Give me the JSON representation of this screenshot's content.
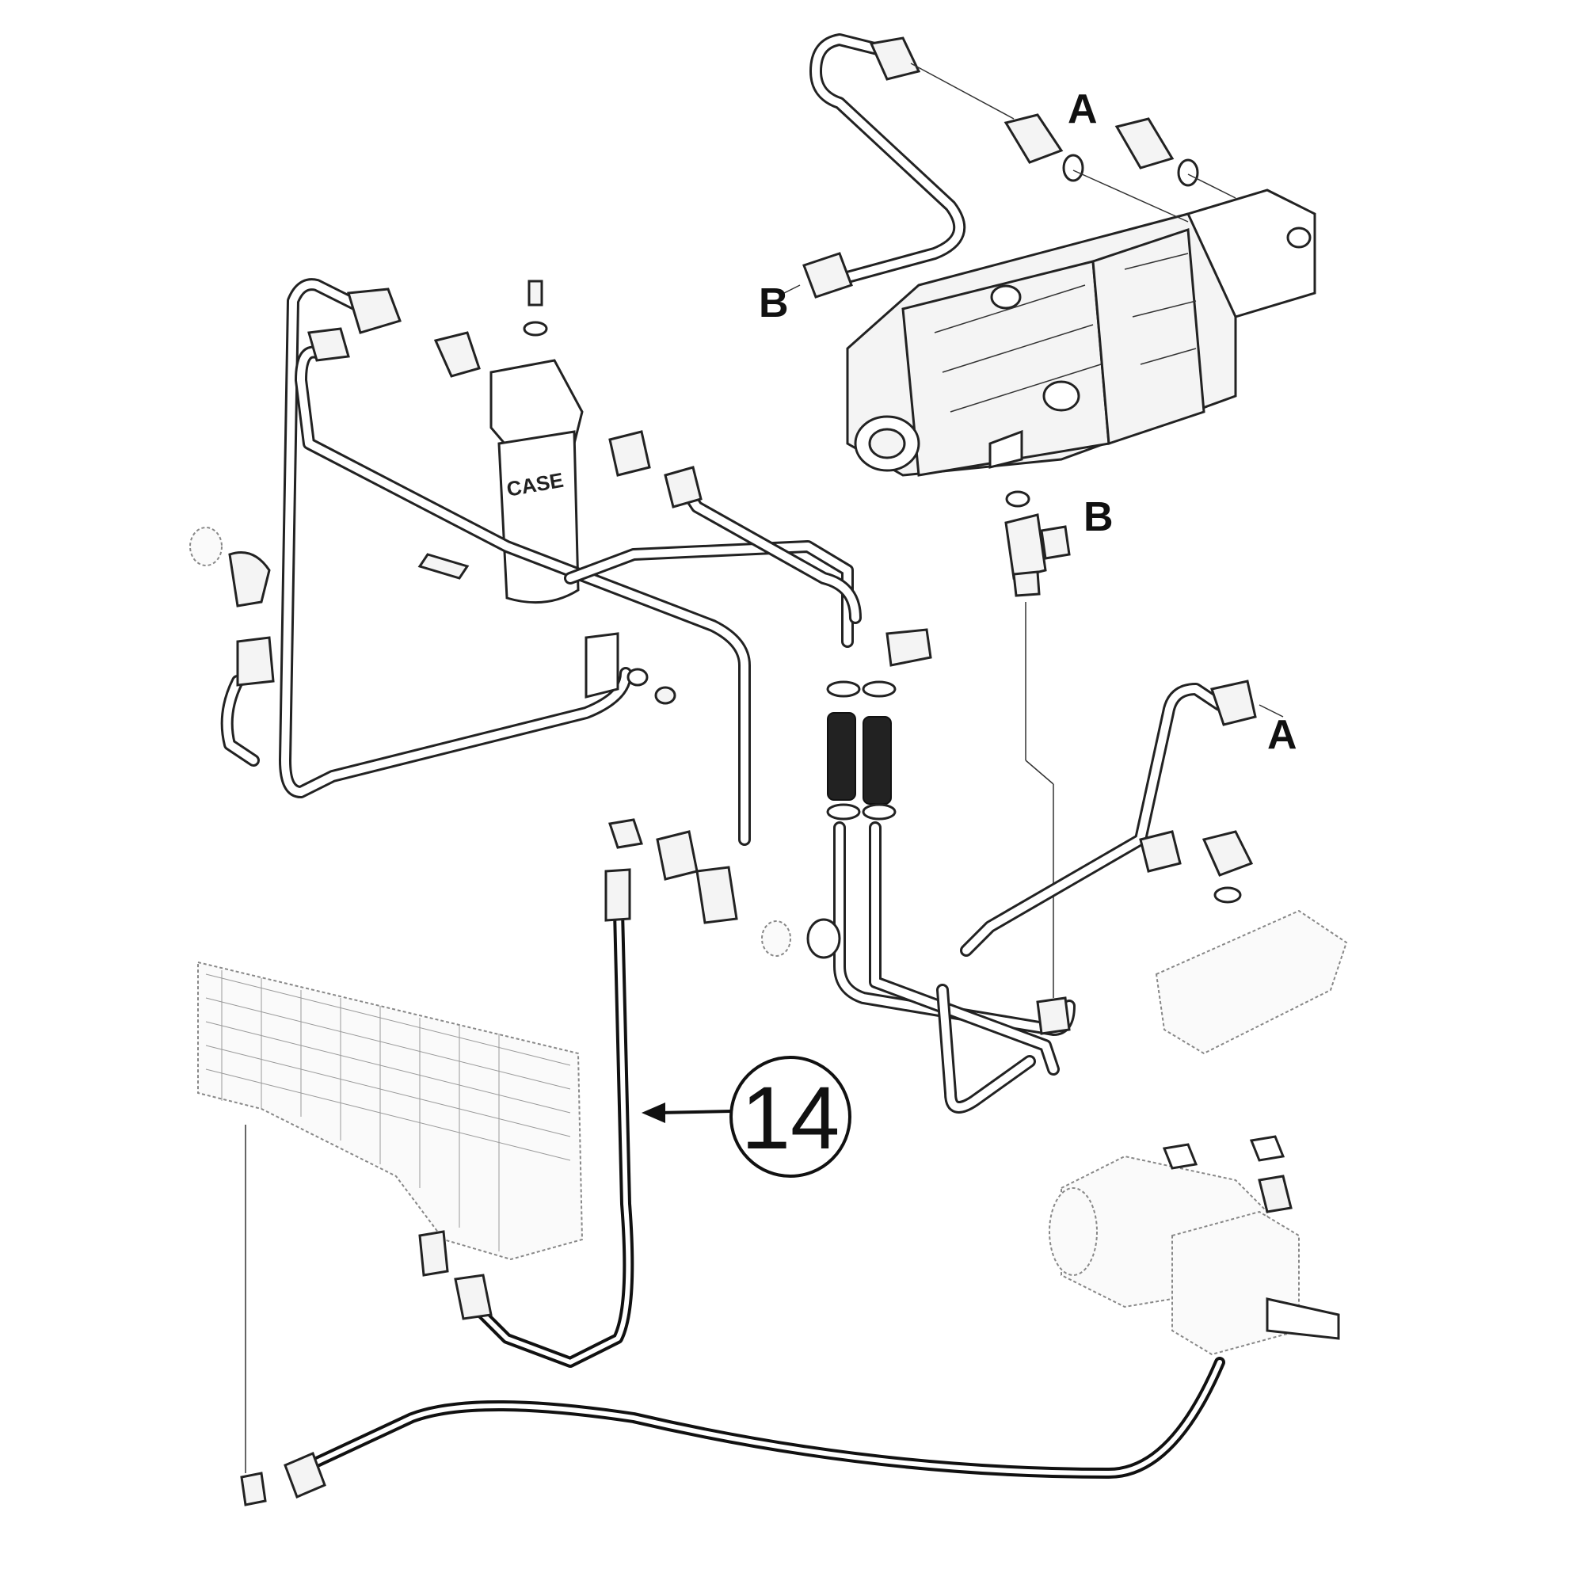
{
  "labels": {
    "port_a_top": "A",
    "port_b_top": "B",
    "port_b_tee": "B",
    "port_a_right": "A"
  },
  "callout": {
    "number": "14"
  },
  "filter": {
    "brand": "CASE"
  }
}
